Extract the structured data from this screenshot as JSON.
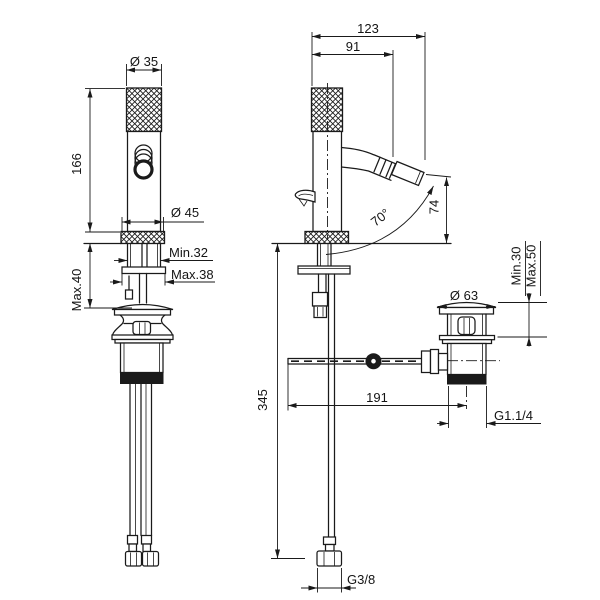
{
  "page": {
    "background": "#ffffff",
    "line_color": "#1a1a1a",
    "text_color": "#141414"
  },
  "diagram": {
    "front_view": {
      "handle_diameter": "Ø 35",
      "body_height": "166",
      "base_diameter": "Ø 45",
      "hole_min": "Min.32",
      "hole_max": "Max.38",
      "deck_thickness_max": "Max.40"
    },
    "side_view": {
      "overall_depth": "123",
      "spout_reach": "91",
      "spout_angle": "70°",
      "spout_height": "74",
      "below_deck_length": "345",
      "rod_reach": "191",
      "supply_thread": "G3/8"
    },
    "waste_view": {
      "deck_min": "Min.30",
      "deck_max": "Max.50",
      "flange_diameter": "Ø 63",
      "waste_thread": "G1.1/4"
    }
  }
}
